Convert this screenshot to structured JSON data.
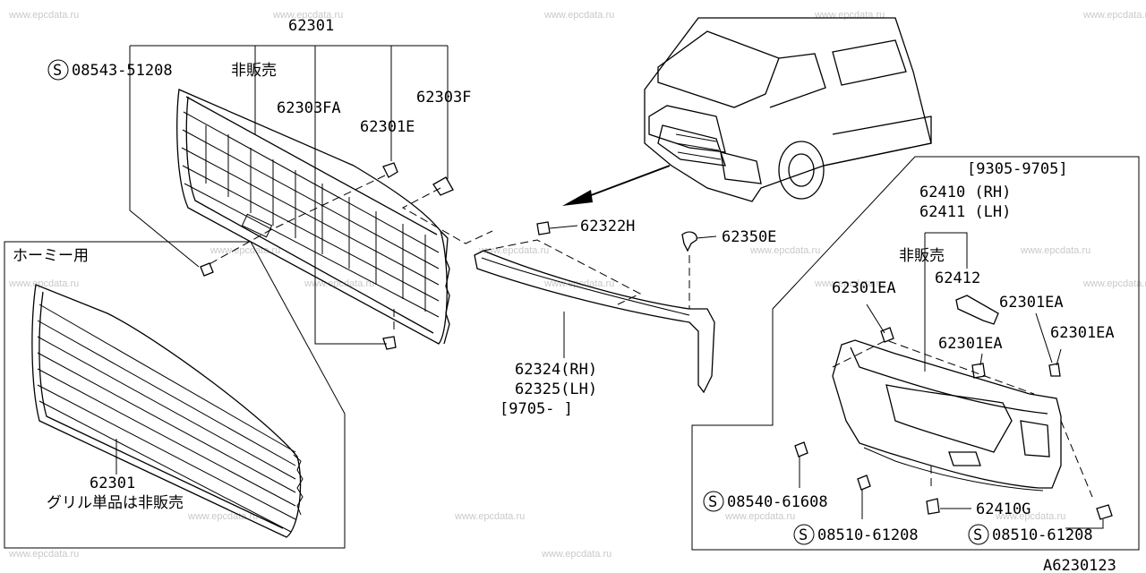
{
  "diagram": {
    "diagram_id": "A6230123",
    "watermark": "www.epcdata.ru",
    "labels": {
      "grille_main": "62301",
      "grille_homy": "62301",
      "screw_top": "08543-51208",
      "not_sold_1": "非販売",
      "not_sold_2": "非販売",
      "clip_fa": "62303FA",
      "clip_e": "62301E",
      "clip_f": "62303F",
      "clip_h": "62322H",
      "clip_350e": "62350E",
      "molding_rh": "62324(RH)",
      "molding_lh": "62325(LH)",
      "molding_period": "[9705-     ]",
      "homy_use": "ホーミー用",
      "grille_note": "グリル単品は非販売",
      "lamp_period": "[9305-9705]",
      "lamp_rh": "62410 (RH)",
      "lamp_lh": "62411 (LH)",
      "bracket": "62412",
      "clip_ea_1": "62301EA",
      "clip_ea_2": "62301EA",
      "clip_ea_3": "62301EA",
      "clip_ea_4": "62301EA",
      "screw_1": "08540-61608",
      "clip_g": "62410G",
      "screw_2": "08510-61208",
      "screw_3": "08510-61208",
      "screw_symbol": "S"
    }
  }
}
